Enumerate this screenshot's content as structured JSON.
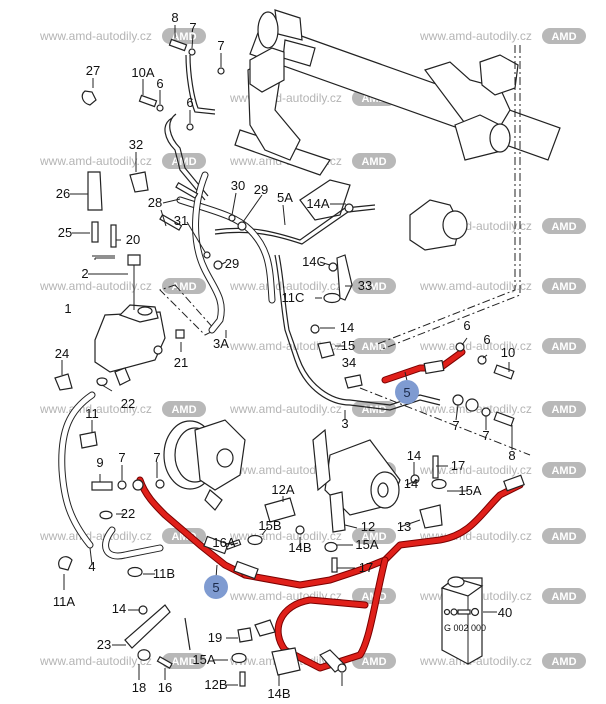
{
  "diagram": {
    "title": "Power steering hydraulic system – exploded parts view",
    "watermark": {
      "site": "www.amd-autodily.cz",
      "logo": "AMD"
    },
    "highlight_color": "#e0201a",
    "callout_color": "#7f9bd1",
    "callouts": [
      {
        "id": "callout-1",
        "label": "5"
      },
      {
        "id": "callout-2",
        "label": "5"
      }
    ],
    "oil_can": {
      "code": "G 002 000",
      "label": "40"
    },
    "labels": [
      {
        "text": "8"
      },
      {
        "text": "7"
      },
      {
        "text": "7"
      },
      {
        "text": "27"
      },
      {
        "text": "10A"
      },
      {
        "text": "6"
      },
      {
        "text": "6"
      },
      {
        "text": "32"
      },
      {
        "text": "26"
      },
      {
        "text": "30"
      },
      {
        "text": "29"
      },
      {
        "text": "5A"
      },
      {
        "text": "28"
      },
      {
        "text": "14A"
      },
      {
        "text": "31"
      },
      {
        "text": "25"
      },
      {
        "text": "20"
      },
      {
        "text": "29"
      },
      {
        "text": "14C"
      },
      {
        "text": "2"
      },
      {
        "text": "33"
      },
      {
        "text": "11C"
      },
      {
        "text": "1"
      },
      {
        "text": "14"
      },
      {
        "text": "15"
      },
      {
        "text": "3A"
      },
      {
        "text": "21"
      },
      {
        "text": "24"
      },
      {
        "text": "34"
      },
      {
        "text": "6"
      },
      {
        "text": "6"
      },
      {
        "text": "10"
      },
      {
        "text": "22"
      },
      {
        "text": "11"
      },
      {
        "text": "3"
      },
      {
        "text": "7"
      },
      {
        "text": "7"
      },
      {
        "text": "8"
      },
      {
        "text": "9"
      },
      {
        "text": "7"
      },
      {
        "text": "7"
      },
      {
        "text": "14"
      },
      {
        "text": "17"
      },
      {
        "text": "15A"
      },
      {
        "text": "12A"
      },
      {
        "text": "14"
      },
      {
        "text": "22"
      },
      {
        "text": "12"
      },
      {
        "text": "15B"
      },
      {
        "text": "13"
      },
      {
        "text": "16A"
      },
      {
        "text": "14B"
      },
      {
        "text": "15A"
      },
      {
        "text": "17"
      },
      {
        "text": "4"
      },
      {
        "text": "11B"
      },
      {
        "text": "11A"
      },
      {
        "text": "14"
      },
      {
        "text": "40"
      },
      {
        "text": "19"
      },
      {
        "text": "23"
      },
      {
        "text": "15A"
      },
      {
        "text": "18"
      },
      {
        "text": "16"
      },
      {
        "text": "12B"
      },
      {
        "text": "14B"
      }
    ]
  }
}
